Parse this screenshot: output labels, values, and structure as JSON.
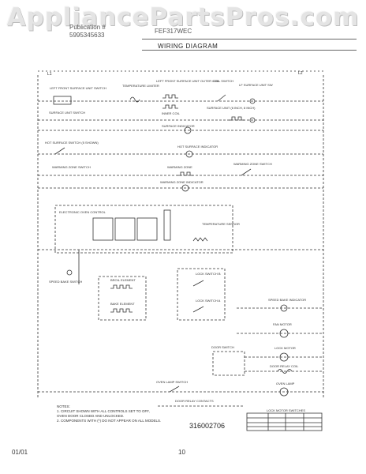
{
  "watermark": "AppliancePartsPros.com",
  "header": {
    "brand": "Publication #",
    "part_number": "5995345633",
    "model": "FEF317WEC",
    "title": "WIRING DIAGRAM"
  },
  "rails": {
    "left": "L1",
    "right": "L2"
  },
  "components": {
    "left_front_switch": "LEFT FRONT SURFACE UNIT SWITCH",
    "temp_limiter": "TEMPERATURE LIMITER",
    "left_front_unit": "LEFT FRONT SURFACE UNIT OUTER COIL",
    "inner_coil": "INNER COIL",
    "coil_switch": "COIL SWITCH",
    "lf_unit_sw": "LF SURFACE UNIT SW",
    "surface_unit_switch": "SURFACE UNIT SWITCH",
    "surface_unit": "SURFACE UNIT (6 INCH, 8 INCH)",
    "surface_indicator": "SURFACE INDICATOR",
    "hot_surface_switch": "HOT SURFACE SWITCH (5 SHOWN)",
    "hot_surface_indicator": "HOT SURFACE INDICATOR",
    "warming_zone_switch": "WARMING ZONE SWITCH",
    "warming_zone": "WARMING ZONE",
    "warming_zone_indicator": "WARMING ZONE INDICATOR",
    "electronic_oven_control": "ELECTRONIC OVEN CONTROL",
    "temp_sensor": "TEMPERATURE SENSOR",
    "speed_bake_switch": "SPEED BAKE SWITCH",
    "broil_element": "BROIL ELEMENT",
    "bake_element": "BAKE ELEMENT",
    "lock_switch_b": "LOCK SWITCH B",
    "lock_switch_a": "LOCK SWITCH A",
    "speed_bake_indicator": "SPEED BAKE INDICATOR",
    "fan_motor": "FAN MOTOR",
    "door_switch": "DOOR SWITCH",
    "lock_motor": "LOCK MOTOR",
    "door_relay_coil": "DOOR RELAY COIL",
    "oven_lamp_switch": "OVEN LAMP SWITCH",
    "oven_lamp": "OVEN LAMP",
    "door_relay_contacts": "DOOR RELAY CONTACTS",
    "lock_motor_switches": "LOCK MOTOR SWITCHES"
  },
  "notes": {
    "heading": "NOTES:",
    "lines": [
      "1. CIRCUIT SHOWN WITH ALL CONTROLS SET TO OFF,",
      "   OVEN DOOR CLOSED AND UNLOCKED.",
      "2. COMPONENTS WITH (*) DO NOT APPEAR ON ALL MODELS."
    ]
  },
  "diagram_number": "316002706",
  "footer": {
    "date": "01/01",
    "page": "10"
  }
}
